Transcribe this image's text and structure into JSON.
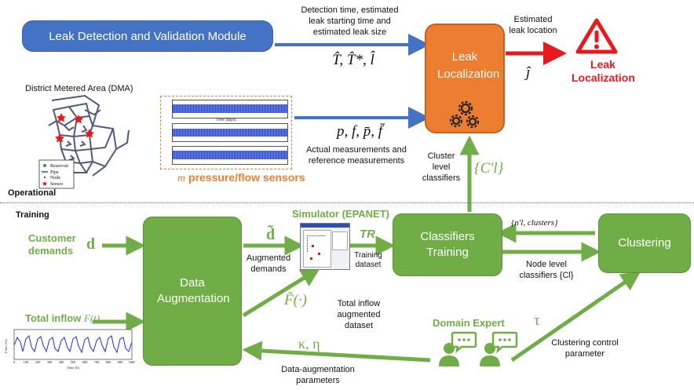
{
  "leak_detection": {
    "module_label": "Leak Detection and Validation Module",
    "arrow_annotation": "Detection time, estimated leak starting time and estimated leak size",
    "math": "T̂, T̂*, l̂"
  },
  "leak_localization": {
    "box_label": "Leak Localization",
    "estimated_label": "Estimated leak location",
    "j_hat": "ĵ",
    "output_label": "Leak Localization"
  },
  "dma": {
    "title": "District Metered Area (DMA)",
    "legend": [
      "Reservoir",
      "Pipe",
      "Node",
      "Sensor"
    ]
  },
  "sensors": {
    "prefix": "m",
    "label": " pressure/flow sensors",
    "plot_axis": "Time [days]"
  },
  "measurements": {
    "math": "p, f, p̄, f̄",
    "caption": "Actual measurements and reference measurements"
  },
  "operational_label": "Operational",
  "training_label": "Training",
  "cluster_classifiers": {
    "caption": "Cluster level classifiers",
    "math": "{C′l}"
  },
  "inputs": {
    "customer_demands": "Customer demands",
    "d": "d",
    "total_inflow": "Total inflow",
    "total_inflow_math": "F(t)",
    "inflow_ylabel": "Flow [l/s]",
    "inflow_xlabel": "Time [h]",
    "inflow_ticks": [
      "0",
      "100",
      "200",
      "300",
      "400",
      "500",
      "600",
      "700",
      "800",
      "900",
      "1000"
    ]
  },
  "data_augmentation": {
    "box_label": "Data Augmentation",
    "d_tilde": "d̃",
    "augmented_demands": "Augmented demands",
    "f_tilde": "F̃(·)",
    "total_inflow_aug": "Total inflow augmented dataset"
  },
  "simulator": {
    "label": "Simulator (EPANET)",
    "tr": "TR",
    "training_dataset": "Training dataset"
  },
  "classifiers_training": {
    "box_label": "Classifiers Training",
    "node_level": "Node level classifiers {Cl}"
  },
  "clustering": {
    "box_label": "Clustering",
    "feedback": "{n′l, clusters}"
  },
  "domain_expert": {
    "label": "Domain Expert",
    "tau": "τ",
    "clustering_param": "Clustering control parameter",
    "kappa_eta": "κ, η",
    "data_aug_params": "Data-augmentation parameters"
  },
  "colors": {
    "blue": "#4472c4",
    "orange": "#ed7d31",
    "green": "#70ad47",
    "red": "#e8191c"
  }
}
